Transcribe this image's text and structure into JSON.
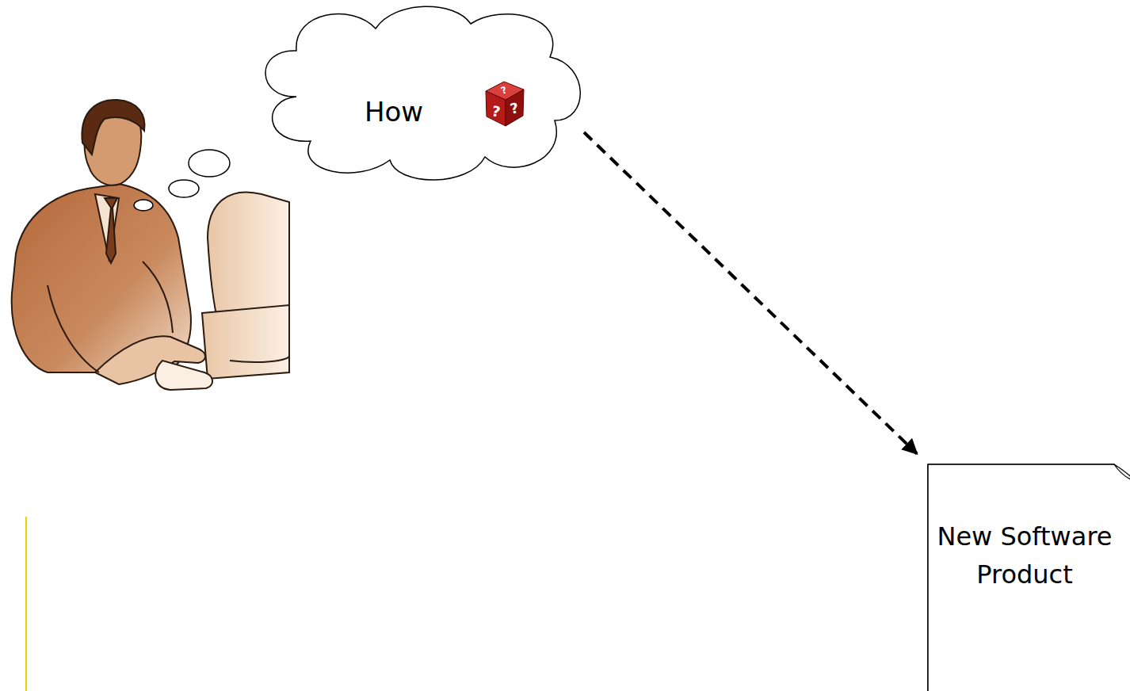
{
  "diagram": {
    "nodes": [
      {
        "text": [
          "How"
        ]
      },
      {
        "text": [
          "New Software Product"
        ]
      }
    ],
    "edges": [
      {
        "from": 0,
        "to": 1,
        "arrow": "to"
      }
    ],
    "labels": [
      "?",
      "?",
      "?"
    ]
  }
}
